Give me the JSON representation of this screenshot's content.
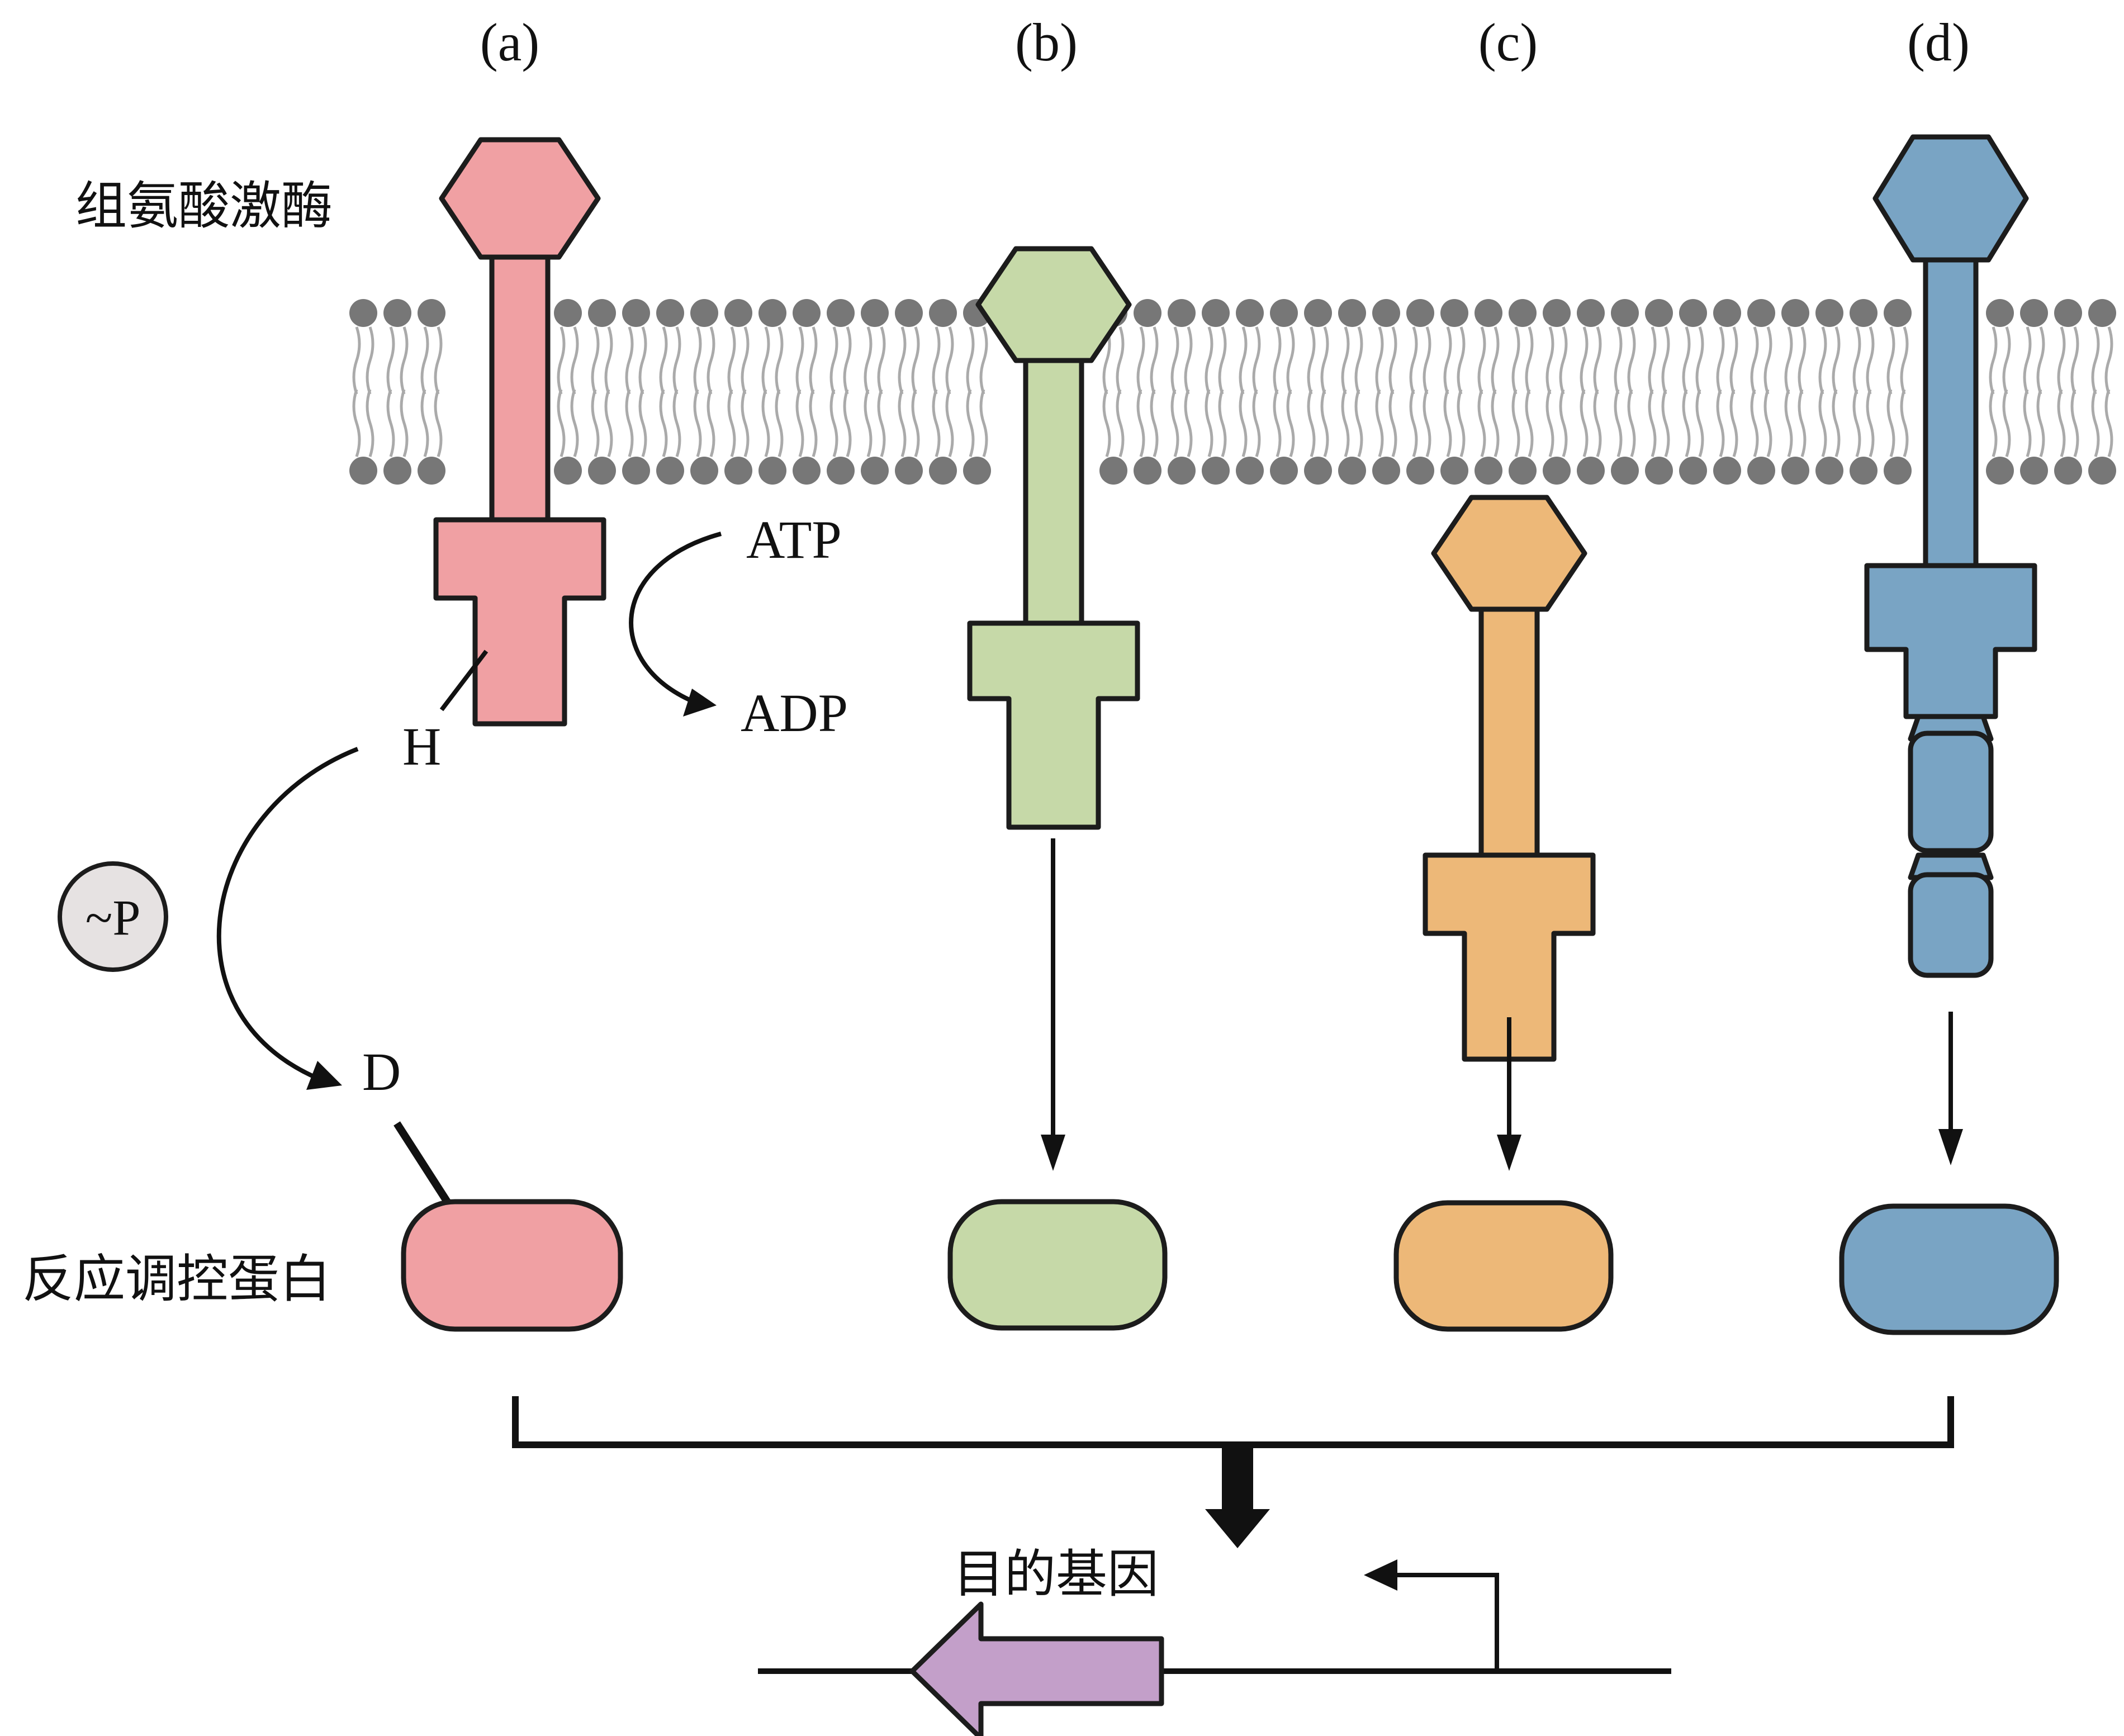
{
  "panels": [
    {
      "id": "a",
      "label": "(a)",
      "color": "#f0a0a3"
    },
    {
      "id": "b",
      "label": "(b)",
      "color": "#c6d9a8"
    },
    {
      "id": "c",
      "label": "(c)",
      "color": "#edb878"
    },
    {
      "id": "d",
      "label": "(d)",
      "color": "#79a4c4"
    }
  ],
  "labels": {
    "histidine_kinase": "组氨酸激酶",
    "response_regulator": "反应调控蛋白",
    "target_gene": "目的基因",
    "atp": "ATP",
    "adp": "ADP",
    "h": "H",
    "d": "D",
    "phosphate": "~P"
  },
  "colors": {
    "membrane_head": "#777777",
    "membrane_tail": "#aaaaaa",
    "gene_arrow": "#c39fc9",
    "phosphate_circle": "#e6e2e2"
  }
}
